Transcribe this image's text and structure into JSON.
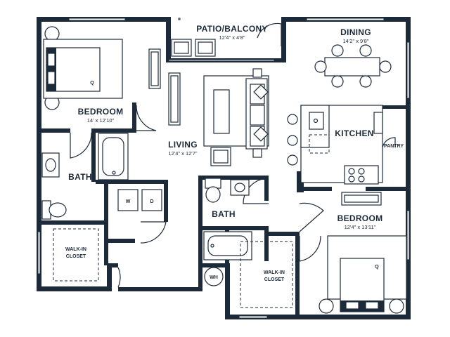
{
  "rooms": {
    "bedroom1": {
      "name": "BEDROOM",
      "dims": "14' x 12'10\""
    },
    "patio": {
      "name": "PATIO/BALCONY",
      "dims": "12'4\" x 4'8\""
    },
    "dining": {
      "name": "DINING",
      "dims": "14'2\" x 9'8\""
    },
    "living": {
      "name": "LIVING",
      "dims": "12'4\" x 12'7\""
    },
    "kitchen": {
      "name": "KITCHEN"
    },
    "pantry": {
      "name": "PANTRY"
    },
    "bath1": {
      "name": "BATH"
    },
    "bath2": {
      "name": "BATH"
    },
    "bedroom2": {
      "name": "BEDROOM",
      "dims": "12'4\" x 13'11\""
    },
    "closet1": {
      "line1": "WALK-IN",
      "line2": "CLOSET"
    },
    "closet2": {
      "line1": "WALK-IN",
      "line2": "CLOSET"
    }
  },
  "fixtures": {
    "washer": "W",
    "dryer": "D",
    "water_heater": "WH",
    "bed1_size": "Q",
    "bed2_size": "Q"
  }
}
